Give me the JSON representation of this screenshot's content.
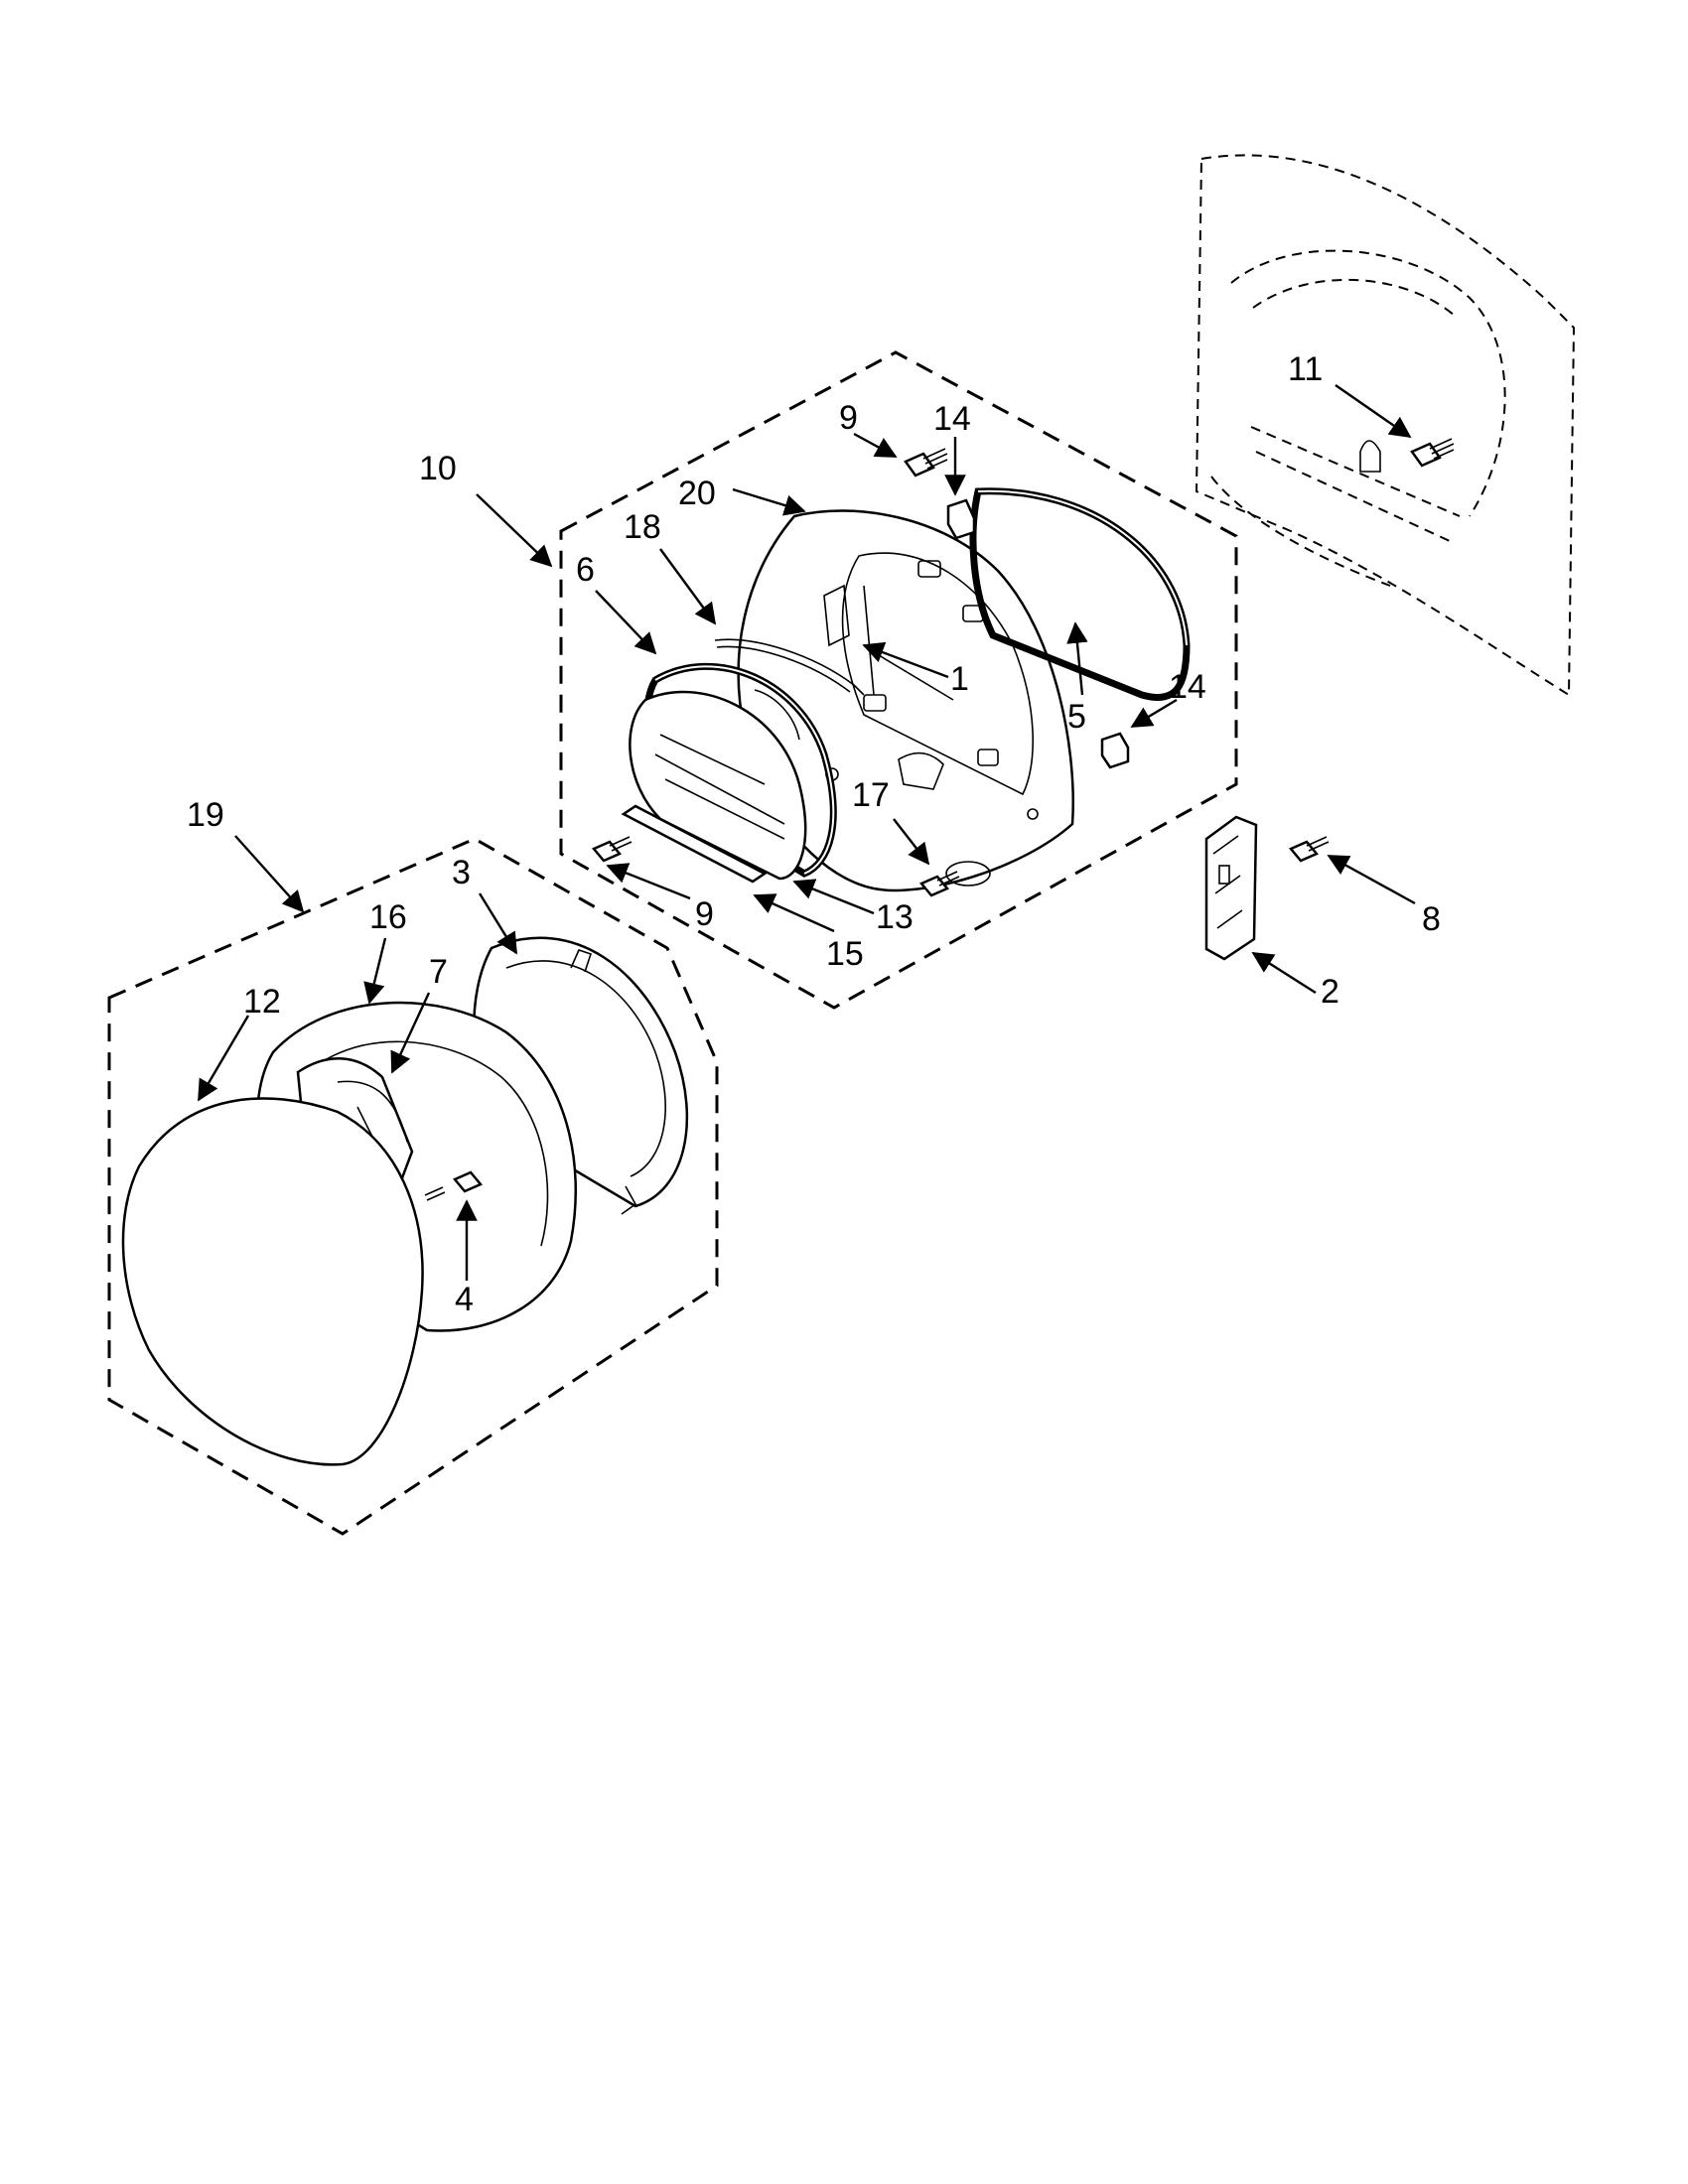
{
  "callouts": [
    {
      "id": "c1",
      "label": "1"
    },
    {
      "id": "c2",
      "label": "2"
    },
    {
      "id": "c3",
      "label": "3"
    },
    {
      "id": "c4",
      "label": "4"
    },
    {
      "id": "c5",
      "label": "5"
    },
    {
      "id": "c6",
      "label": "6"
    },
    {
      "id": "c7",
      "label": "7"
    },
    {
      "id": "c8",
      "label": "8"
    },
    {
      "id": "c9a",
      "label": "9"
    },
    {
      "id": "c9b",
      "label": "9"
    },
    {
      "id": "c10",
      "label": "10"
    },
    {
      "id": "c11",
      "label": "11"
    },
    {
      "id": "c12",
      "label": "12"
    },
    {
      "id": "c13",
      "label": "13"
    },
    {
      "id": "c14a",
      "label": "14"
    },
    {
      "id": "c14b",
      "label": "14"
    },
    {
      "id": "c15",
      "label": "15"
    },
    {
      "id": "c16",
      "label": "16"
    },
    {
      "id": "c17",
      "label": "17"
    },
    {
      "id": "c18",
      "label": "18"
    },
    {
      "id": "c19",
      "label": "19"
    },
    {
      "id": "c20",
      "label": "20"
    }
  ]
}
